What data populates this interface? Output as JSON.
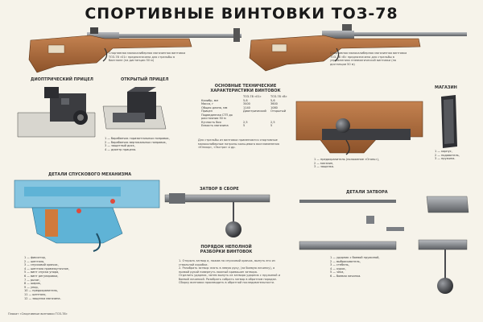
{
  "title": "СПОРТИВНЫЕ ВИНТОВКИ ТОЗ-78",
  "rifle_left_caption": "Спортивная малокалиберная магазинная винтовка ТОЗ-78 «01» предназначена для стрельбы в биатлоне (на дистанции 50 м)",
  "rifle_right_caption": "Спортивная малокалиберная магазинная винтовка ТОЗ-78 «В» предназначена для стрельбы в упражнениях пневматической винтовки (на дистанции 50 м)",
  "sections": {
    "diopter": "ДИОПТРИЧЕСКИЙ ПРИЦЕЛ",
    "open_sight": "ОТКРЫТЫЙ ПРИЦЕЛ",
    "specs": "ОСНОВНЫЕ ТЕХНИЧЕСКИЕ ХАРАКТЕРИСТИКИ ВИНТОВОК",
    "magazine": "МАГАЗИН",
    "trigger": "ДЕТАЛИ СПУСКОВОГО МЕХАНИЗМА",
    "bolt_closed": "ЗАТВОР В СБОРЕ",
    "bolt_parts": "ДЕТАЛИ ЗАТВОРА",
    "disassembly": "ПОРЯДОК НЕПОЛНОЙ РАЗБОРКИ ВИНТОВОК"
  },
  "sight_list": [
    "1 — барабанчик горизонтальных поправок,",
    "2 — барабанчик вертикальных поправок,",
    "3 — защитный диск,",
    "4 — диоптр прицела."
  ],
  "specs_table": {
    "headers": [
      "",
      "ТОЗ-78 «01»",
      "ТОЗ-78 «В»"
    ],
    "rows": [
      [
        "Калибр, мм",
        "5,6",
        "5,6"
      ],
      [
        "Масса, г",
        "3400",
        "3600"
      ],
      [
        "Общая длина, мм",
        "1140",
        "1080"
      ],
      [
        "Прицел",
        "Диоптрический",
        "Открытый"
      ],
      [
        "Подведенная СТП до расстоянии 50 м",
        "",
        ""
      ],
      [
        "Кучность боя",
        "2,5",
        "2,5"
      ],
      [
        "Емкость магазина",
        "5",
        "5"
      ]
    ]
  },
  "magazine_list": [
    "1 — корпус,",
    "2 — подаватель,",
    "3 — пружина."
  ],
  "safety_caption": "Для стрельбы из винтовки применяются спортивные малокалиберные патроны кольцевого воспламенения «Юниор», «Экстра» и др.",
  "safety_list": [
    "1 — предохранитель (положение «Огонь»),",
    "2 — магазин,",
    "3 — защелка."
  ],
  "trigger_list": [
    "1 — фиксатор,",
    "2 — шептало,",
    "3 — спусковой крючок,",
    "4 — шептало промежуточное,",
    "5 — винт спуска упора,",
    "6 — винт регулировки,",
    "7 — рычаг,",
    "8 — шарик,",
    "9 — упор,",
    "10 — предохранитель,",
    "11 — шептало,",
    "12 — защелка магазина."
  ],
  "disassembly_text": [
    "1. Открыть затвор и, нажав на спусковой крючок, вынуть его из ствольной коробки.",
    "2. Разобрать затвор: взять в левую руку, (за боевую личинку), а правой рукой повернуть ложный кривошип затвора.",
    "Отделить ударник, затем вынуть из затвора ударник с пружиной и боевой личинкой. Разобрать собрать затвор в обратном порядке.",
    "Сборку винтовки производить в обратной последовательности."
  ],
  "bolt_parts_list": [
    "1 — ударник с боевой пружиной,",
    "2 — выбрасыватель,",
    "3 — стебель,",
    "4 — курок,",
    "5 — чека,",
    "6 — боевая личинка."
  ],
  "footer": "Плакат «Спортивные винтовки ТОЗ-78»",
  "colors": {
    "wood": "#a8693a",
    "metal": "#7c7f84",
    "mechanism_blue": "#5fb3d6",
    "background": "#f6f3ea"
  }
}
